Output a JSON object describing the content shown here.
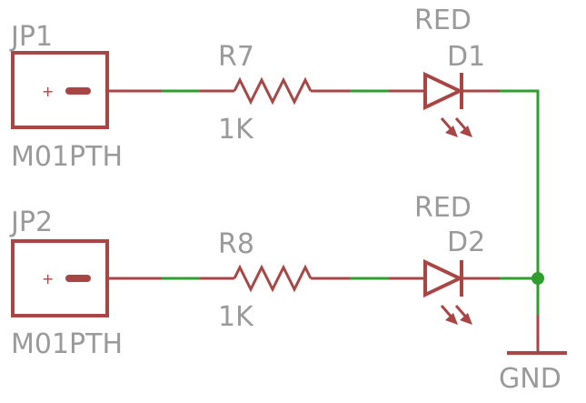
{
  "jp1": {
    "ref": "JP1",
    "value": "M01PTH",
    "pin_mark": "+"
  },
  "jp2": {
    "ref": "JP2",
    "value": "M01PTH",
    "pin_mark": "+"
  },
  "r7": {
    "ref": "R7",
    "value": "1K"
  },
  "r8": {
    "ref": "R8",
    "value": "1K"
  },
  "d1": {
    "ref": "D1",
    "value": "RED"
  },
  "d2": {
    "ref": "D2",
    "value": "RED"
  },
  "gnd": {
    "label": "GND"
  },
  "colors": {
    "wire": "#2e9e2e",
    "part": "#a84646",
    "text": "#9a9a9a"
  }
}
